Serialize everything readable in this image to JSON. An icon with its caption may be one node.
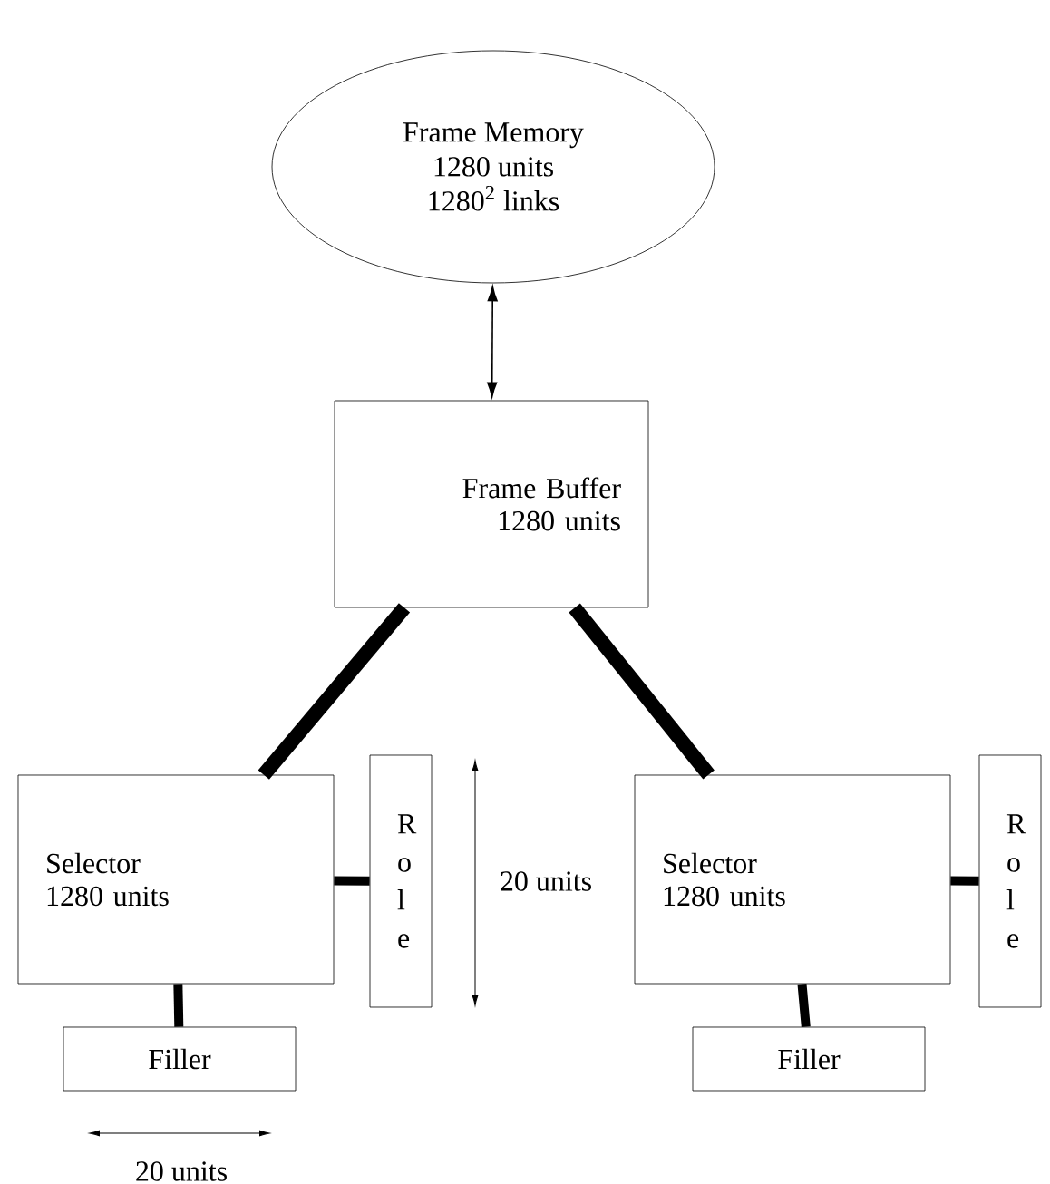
{
  "diagram": {
    "nodes": [
      {
        "text": [
          "Frame Memory",
          "1280 units",
          "1280$^{2}$ links"
        ]
      },
      {
        "text": [
          "Frame Buffer",
          "1280 units"
        ]
      },
      {
        "text": [
          "Selector",
          "1280 units"
        ]
      },
      {
        "text": [
          "Role"
        ]
      },
      {
        "text": [
          "Selector",
          "1280 units"
        ]
      },
      {
        "text": [
          "Role"
        ]
      },
      {
        "text": [
          "Filler"
        ]
      },
      {
        "text": [
          "Filler"
        ]
      }
    ],
    "edges": [
      {
        "from": 0,
        "to": 1,
        "arrow": "both"
      },
      {
        "from": 1,
        "to": 2,
        "arrow": "none"
      },
      {
        "from": 1,
        "to": 4,
        "arrow": "none"
      },
      {
        "from": 2,
        "to": 3,
        "arrow": "none"
      },
      {
        "from": 4,
        "to": 5,
        "arrow": "none"
      },
      {
        "from": 2,
        "to": 6,
        "arrow": "none"
      },
      {
        "from": 4,
        "to": 7,
        "arrow": "none"
      }
    ],
    "labels": [
      "20 units",
      "20 units"
    ]
  }
}
